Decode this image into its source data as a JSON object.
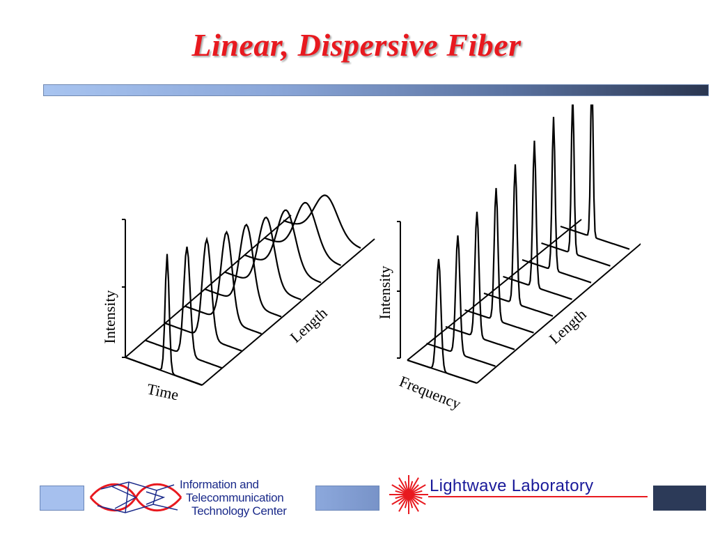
{
  "slide": {
    "title": "Linear, Dispersive Fiber"
  },
  "figures": {
    "left": {
      "y_label": "Intensity",
      "x_label": "Time",
      "depth_label": "Length"
    },
    "right": {
      "y_label": "Intensity",
      "x_label": "Frequency",
      "depth_label": "Length"
    }
  },
  "footer": {
    "itc_line1": "Information and",
    "itc_line2": "Telecommunication",
    "itc_line3": "Technology Center",
    "lab_name": "Lightwave Laboratory"
  },
  "colors": {
    "title": "#e8191f",
    "bar_start": "#a8c4f0",
    "bar_end": "#2a3650",
    "itc_blue": "#1a2a8a",
    "lab_blue": "#1a1a9a",
    "lab_red": "#e8191f"
  }
}
